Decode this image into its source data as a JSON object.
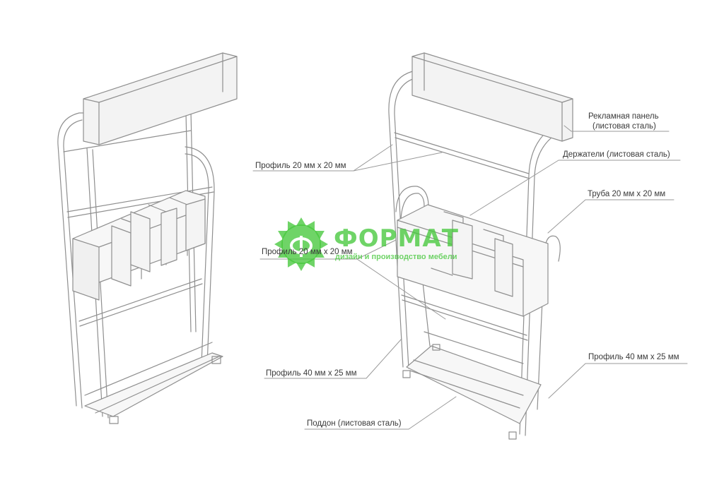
{
  "callouts": {
    "ad_panel_line1": "Рекламная панель",
    "ad_panel_line2": "(листовая сталь)",
    "holders": "Держатели (листовая сталь)",
    "tube": "Труба 20 мм х 20 мм",
    "profile_top": "Профиль 20 мм х 20 мм",
    "profile_middle": "Профиль 20 мм х 20 мм",
    "profile_bottom_left": "Профиль 40 мм х 25 мм",
    "profile_bottom_right": "Профиль 40 мм х 25 мм",
    "tray": "Поддон (листовая сталь)"
  },
  "watermark": {
    "name": "ФОРМАТ",
    "tagline": "дизайн и производство мебели",
    "icon": "saw-blade-logo-icon",
    "color": "#46c83c"
  },
  "colors": {
    "line": "#8a8a8a",
    "panel_fill": "#f2f2f2",
    "leader": "#9a9a9a"
  }
}
